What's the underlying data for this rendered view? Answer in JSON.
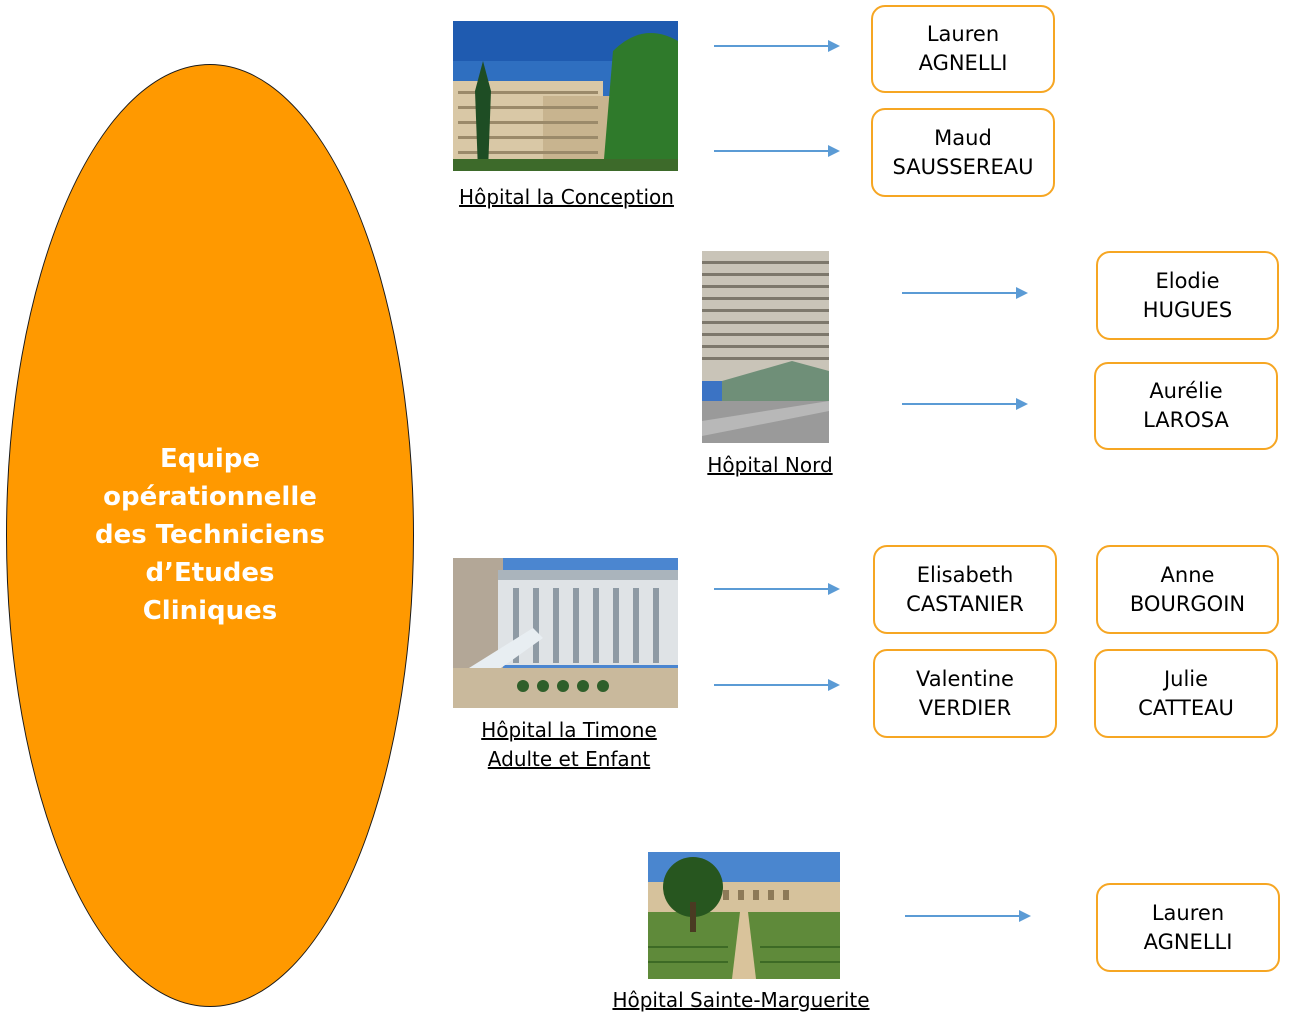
{
  "team": {
    "title": "Equipe\nopérationnelle\ndes Techniciens\nd’Etudes\nCliniques"
  },
  "colors": {
    "team_fill": "#ff9900",
    "box_border": "#f6a623",
    "arrow": "#5b9bd5"
  },
  "hospitals": [
    {
      "name": "Hôpital la Conception",
      "staff": [
        {
          "first": "Lauren",
          "last": "AGNELLI"
        },
        {
          "first": "Maud",
          "last": "SAUSSEREAU"
        }
      ]
    },
    {
      "name": "Hôpital Nord",
      "staff": [
        {
          "first": "Elodie",
          "last": "HUGUES"
        },
        {
          "first": "Aurélie",
          "last": "LAROSA"
        }
      ]
    },
    {
      "name": "Hôpital la Timone\nAdulte et Enfant",
      "staff": [
        {
          "first": "Elisabeth",
          "last": "CASTANIER"
        },
        {
          "first": "Anne",
          "last": "BOURGOIN"
        },
        {
          "first": "Valentine",
          "last": "VERDIER"
        },
        {
          "first": "Julie",
          "last": "CATTEAU"
        }
      ]
    },
    {
      "name": "Hôpital Sainte-Marguerite",
      "staff": [
        {
          "first": "Lauren",
          "last": "AGNELLI"
        }
      ]
    }
  ]
}
